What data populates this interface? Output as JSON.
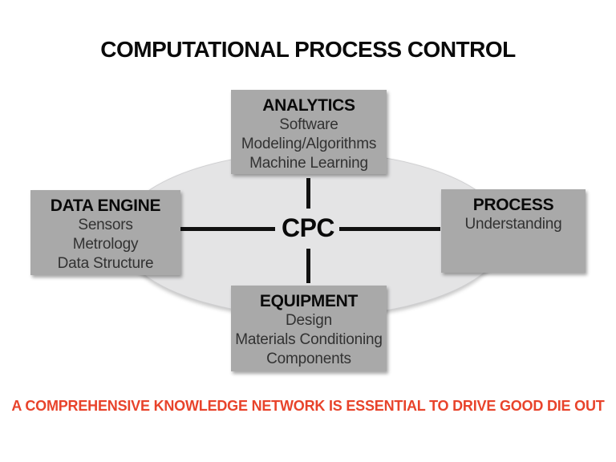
{
  "title": "COMPUTATIONAL PROCESS CONTROL",
  "hub": {
    "label": "CPC"
  },
  "nodes": {
    "analytics": {
      "title": "ANALYTICS",
      "lines": [
        "Software",
        "Modeling/Algorithms",
        "Machine Learning"
      ]
    },
    "data_engine": {
      "title": "DATA ENGINE",
      "lines": [
        "Sensors",
        "Metrology",
        "Data Structure"
      ]
    },
    "process": {
      "title": "PROCESS",
      "lines": [
        "Understanding"
      ]
    },
    "equipment": {
      "title": "EQUIPMENT",
      "lines": [
        "Design",
        "Materials Conditioning",
        "Components"
      ]
    }
  },
  "footer": {
    "text": "A COMPREHENSIVE KNOWLEDGE NETWORK IS ESSENTIAL TO DRIVE GOOD DIE OUT",
    "color": "#e8432b"
  },
  "colors": {
    "node_fill": "#a9a9a9",
    "ellipse_fill": "#e4e4e5",
    "connector": "#111111",
    "background": "#ffffff"
  }
}
